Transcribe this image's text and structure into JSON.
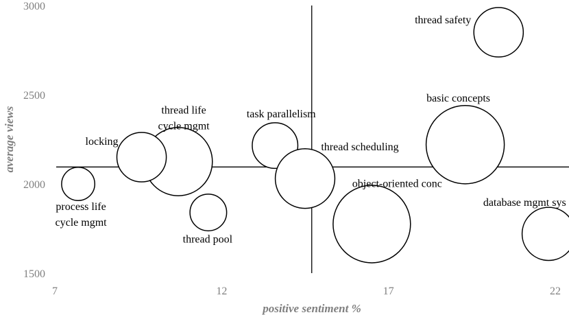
{
  "chart_data": {
    "type": "bubble",
    "xlabel": "positive sentiment %",
    "ylabel": "average views",
    "xlim": [
      7,
      23
    ],
    "ylim": [
      1500,
      3000
    ],
    "xticks": [
      "7",
      "12",
      "17",
      "22"
    ],
    "yticks": [
      "1500",
      "2000",
      "2500",
      "3000"
    ],
    "reference_lines": {
      "x": 14.7,
      "y": 2095
    },
    "points": [
      {
        "label": [
          "thread safety"
        ],
        "x": 20.3,
        "y": 2850,
        "size": 2.0
      },
      {
        "label": [
          "basic concepts"
        ],
        "x": 19.3,
        "y": 2220,
        "size": 5.0
      },
      {
        "label": [
          "task parallelism"
        ],
        "x": 13.6,
        "y": 2215,
        "size": 1.7
      },
      {
        "label": [
          "thread life",
          "cycle mgmt"
        ],
        "x": 10.7,
        "y": 2125,
        "size": 3.8
      },
      {
        "label": [
          "locking"
        ],
        "x": 9.6,
        "y": 2150,
        "size": 2.0
      },
      {
        "label": [
          "thread scheduling"
        ],
        "x": 14.5,
        "y": 2030,
        "size": 2.9
      },
      {
        "label": [
          "process life",
          "cycle mgmt"
        ],
        "x": 7.7,
        "y": 2000,
        "size": 0.9
      },
      {
        "label": [
          "object-oriented conc"
        ],
        "x": 16.5,
        "y": 1775,
        "size": 4.9
      },
      {
        "label": [
          "thread pool"
        ],
        "x": 11.6,
        "y": 1840,
        "size": 1.1
      },
      {
        "label": [
          "database mgmt sys"
        ],
        "x": 21.8,
        "y": 1720,
        "size": 2.3
      }
    ]
  }
}
